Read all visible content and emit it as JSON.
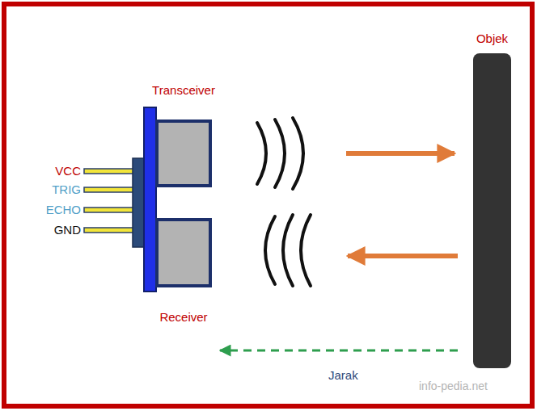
{
  "diagram": {
    "nodes": [
      {
        "text": [
          "Transceiver"
        ]
      },
      {
        "text": [
          "Receiver"
        ]
      },
      {
        "text": [
          "Objek"
        ]
      }
    ],
    "labels": [
      "VCC",
      "TRIG",
      "ECHO",
      "GND",
      "Jarak",
      "info-pedia.net"
    ]
  }
}
